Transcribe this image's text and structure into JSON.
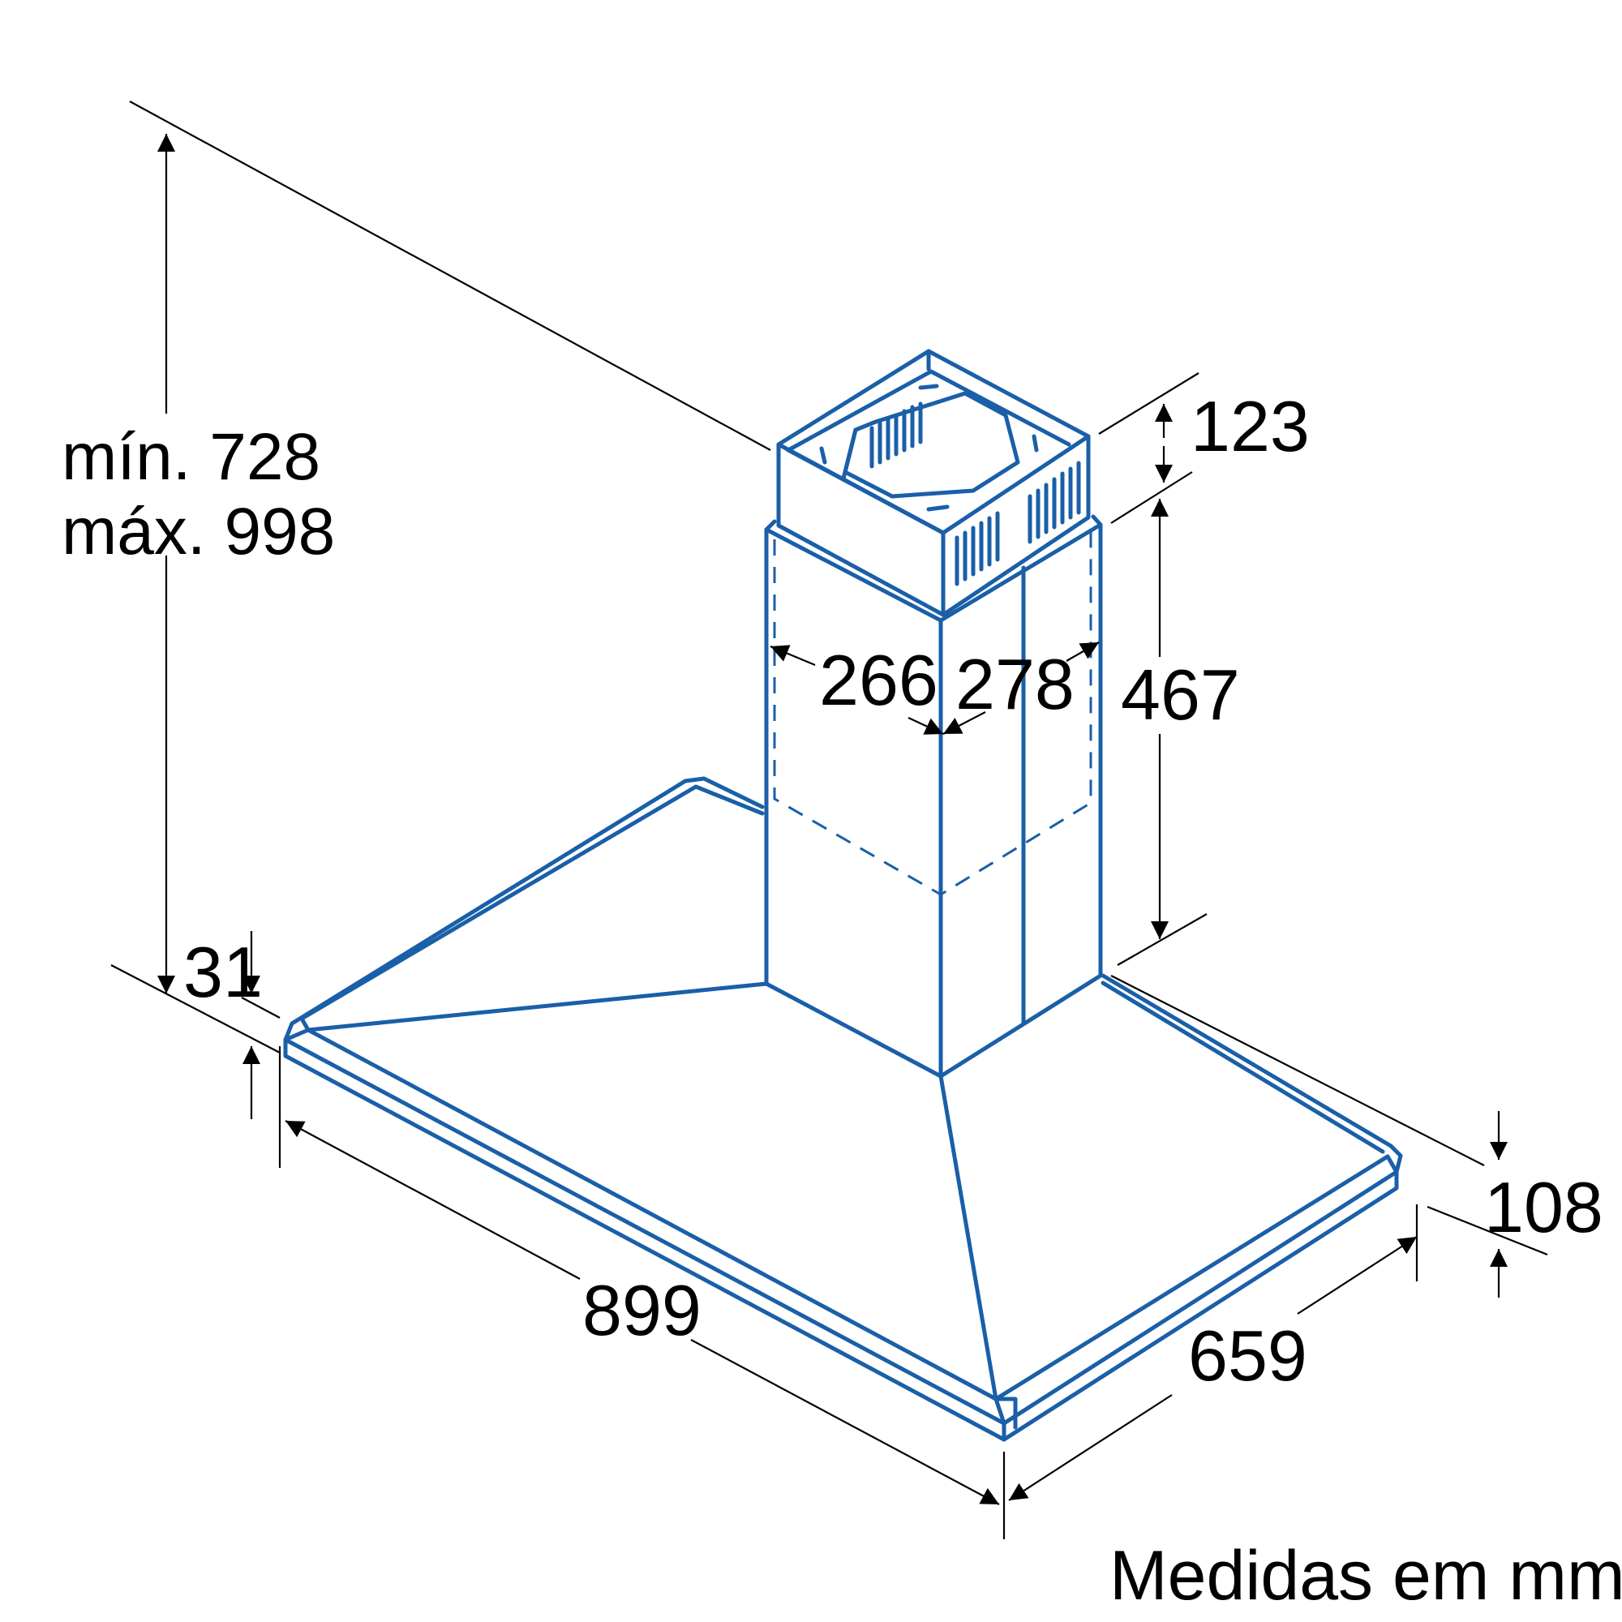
{
  "colors": {
    "outline": "#1a5fa8",
    "dimension": "#000000",
    "background": "#ffffff"
  },
  "dimensions": {
    "height_min": "mín. 728",
    "height_max": "máx. 998",
    "chimney_top": "123",
    "chimney_depth": "266",
    "chimney_width": "278",
    "chimney_lower": "467",
    "edge_thickness": "31",
    "canopy_height": "108",
    "width": "899",
    "depth": "659"
  },
  "units_note": "Medidas em mm"
}
